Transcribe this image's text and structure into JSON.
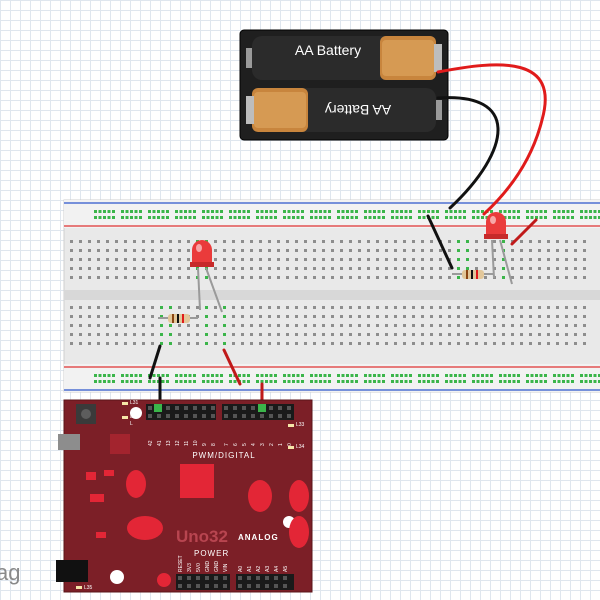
{
  "battery": {
    "cell_top_label": "AA Battery",
    "cell_bottom_label": "AA Battery"
  },
  "board": {
    "name": "Uno32",
    "analog_label": "ANALOG",
    "power_label": "POWER",
    "pwm_digital_label": "PWM/DIGITAL",
    "led_labels": {
      "l": "L",
      "l33": "L33",
      "l34": "L34",
      "l35": "L35",
      "l31": "L31"
    },
    "header_top_left_labels": [
      "42",
      "41",
      "13",
      "12",
      "11",
      "10",
      "9",
      "8"
    ],
    "header_top_right_labels": [
      "7",
      "6",
      "5",
      "4",
      "3",
      "2",
      "1",
      "0"
    ],
    "header_power_labels": [
      "RESET",
      "3V3",
      "5V0",
      "GND",
      "GND",
      "VIN"
    ],
    "header_analog_labels": [
      "A0",
      "A1",
      "A2",
      "A3",
      "A4",
      "A5"
    ]
  },
  "watermark": {
    "text": "ag"
  },
  "colors": {
    "board": "#7c1f27",
    "board_dark": "#5a141a",
    "board_accent": "#e32636",
    "wire_red": "#e01b1b",
    "wire_black": "#111111",
    "rail_red": "#e25252",
    "rail_blue": "#4c6fd1",
    "led_red": "#ea3b3b",
    "breadboard": "#e9e9e9",
    "hole": "#8d8d8d",
    "hole_connected": "#3bb54a"
  }
}
